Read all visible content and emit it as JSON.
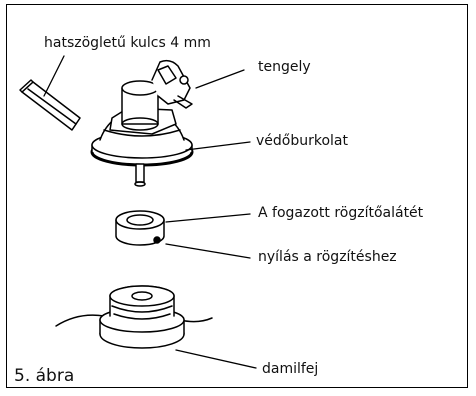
{
  "figure": {
    "caption": "5. ábra",
    "labels": {
      "hex_key": "hatszögletű kulcs 4 mm",
      "shaft": "tengely",
      "guard": "védőburkolat",
      "washer": "A fogazott rögzítőalátét",
      "hole": "nyílás a rögzítéshez",
      "head": "damilfej"
    }
  }
}
